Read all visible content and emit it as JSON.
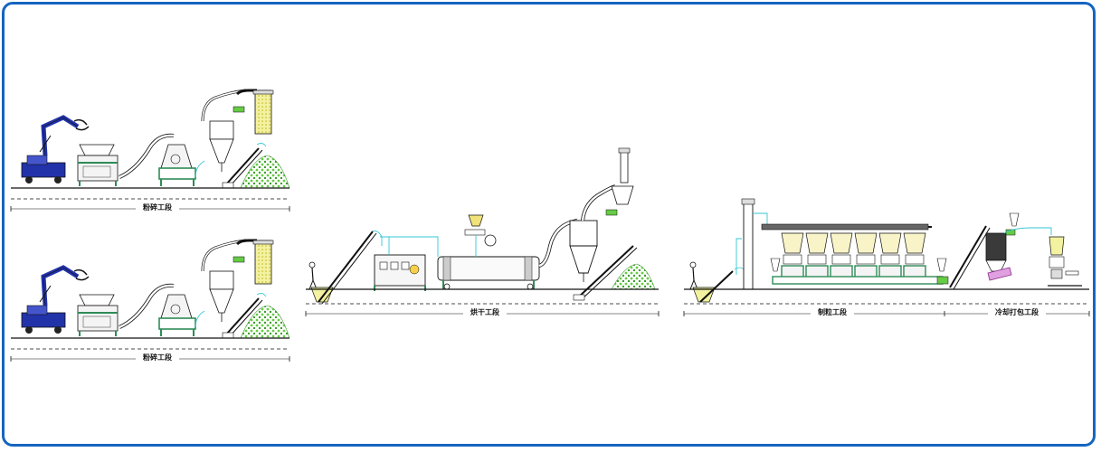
{
  "sections": {
    "crushing_top": "粉碎工段",
    "crushing_bottom": "粉碎工段",
    "drying": "烘干工段",
    "pelletizing": "制粒工段",
    "cooling_packing": "冷却打包工段"
  },
  "colors": {
    "frame": "#1565c0",
    "machine_green": "#2e8b57",
    "duct_cyan": "#31c6d4",
    "excavator_blue": "#2233aa",
    "pellet_green": "#66cc44",
    "silo_yellow": "#e8e87a"
  }
}
